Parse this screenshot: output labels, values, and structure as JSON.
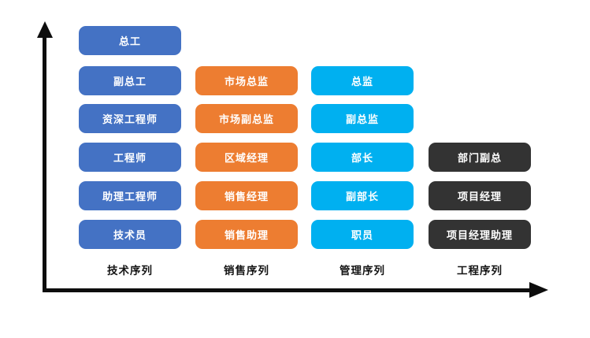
{
  "diagram": {
    "title": "career-ladder-sequences",
    "colors": {
      "tech": "#4472C4",
      "sales": "#ED7D31",
      "management": "#00B0F0",
      "engineering": "#333333",
      "axis": "#0d0d0d",
      "box_text": "#FFFFFF",
      "label_text": "#141414"
    },
    "axes": {
      "y_axis_icon": "up-arrow-icon",
      "x_axis_icon": "right-arrow-icon"
    },
    "columns": [
      {
        "id": "tech",
        "label": "技术序列",
        "color": "#4472C4",
        "items": [
          {
            "label": "总工",
            "row": 0
          },
          {
            "label": "副总工",
            "row": 1
          },
          {
            "label": "资深工程师",
            "row": 2
          },
          {
            "label": "工程师",
            "row": 3
          },
          {
            "label": "助理工程师",
            "row": 4
          },
          {
            "label": "技术员",
            "row": 5
          }
        ]
      },
      {
        "id": "sales",
        "label": "销售序列",
        "color": "#ED7D31",
        "items": [
          {
            "label": "市场总监",
            "row": 1
          },
          {
            "label": "市场副总监",
            "row": 2
          },
          {
            "label": "区域经理",
            "row": 3
          },
          {
            "label": "销售经理",
            "row": 4
          },
          {
            "label": "销售助理",
            "row": 5
          }
        ]
      },
      {
        "id": "management",
        "label": "管理序列",
        "color": "#00B0F0",
        "items": [
          {
            "label": "总监",
            "row": 1
          },
          {
            "label": "副总监",
            "row": 2
          },
          {
            "label": "部长",
            "row": 3
          },
          {
            "label": "副部长",
            "row": 4
          },
          {
            "label": "职员",
            "row": 5
          }
        ]
      },
      {
        "id": "engineering",
        "label": "工程序列",
        "color": "#333333",
        "items": [
          {
            "label": "部门副总",
            "row": 3
          },
          {
            "label": "项目经理",
            "row": 4
          },
          {
            "label": "项目经理助理",
            "row": 5
          }
        ]
      }
    ]
  }
}
